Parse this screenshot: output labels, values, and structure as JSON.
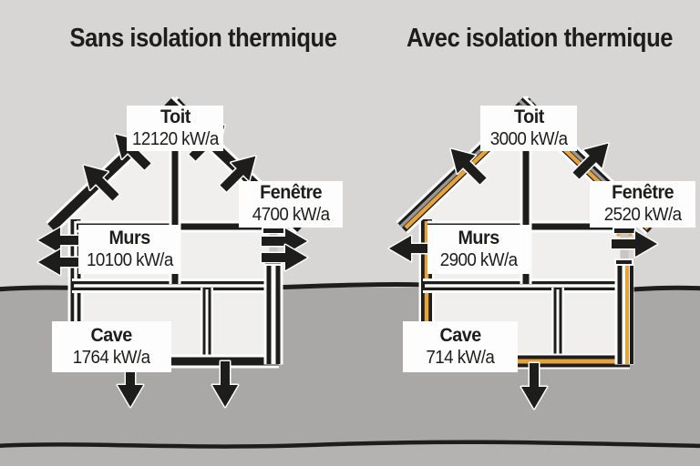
{
  "diagram": {
    "unit": "kW/a",
    "left": {
      "title": "Sans isolation thermique",
      "insulated": false,
      "roof": {
        "label": "Toit",
        "value": "12120 kW/a"
      },
      "window": {
        "label": "Fenêtre",
        "value": "4700 kW/a"
      },
      "walls": {
        "label": "Murs",
        "value": "10100 kW/a"
      },
      "cellar": {
        "label": "Cave",
        "value": "1764 kW/a"
      }
    },
    "right": {
      "title": "Avec isolation thermique",
      "insulated": true,
      "roof": {
        "label": "Toit",
        "value": "3000 kW/a"
      },
      "window": {
        "label": "Fenêtre",
        "value": "2520 kW/a"
      },
      "walls": {
        "label": "Murs",
        "value": "2900 kW/a"
      },
      "cellar": {
        "label": "Cave",
        "value": "714 kW/a"
      }
    }
  },
  "colors": {
    "insulation_accent": "#e8a23c",
    "sky": "#d7d6d5",
    "underground": "#a9a8a6",
    "underground_deep": "#b5b3b1",
    "ink": "#1d1d1b",
    "label_background": "#fdfdfd",
    "room": "#f0efed"
  }
}
